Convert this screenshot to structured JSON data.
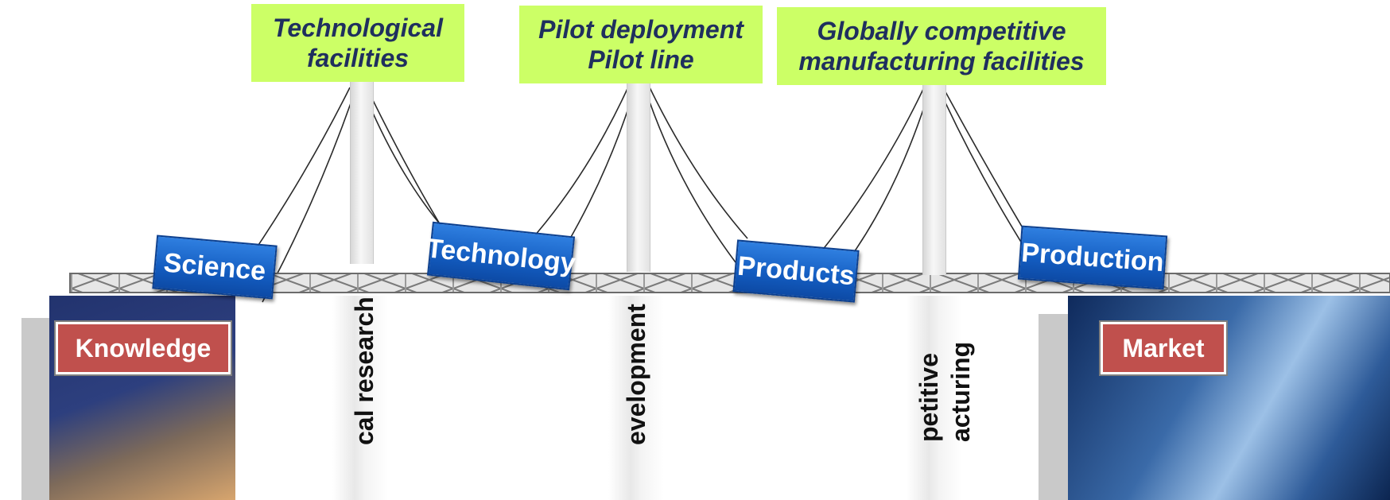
{
  "top_labels": [
    {
      "lines": [
        "Technological",
        "facilities"
      ]
    },
    {
      "lines": [
        "Pilot deployment",
        "Pilot line"
      ]
    },
    {
      "lines": [
        "Globally competitive",
        "manufacturing facilities"
      ]
    }
  ],
  "bridge_signs": [
    "Science",
    "Technology",
    "Products",
    "Production"
  ],
  "pillar_texts": [
    "cal research",
    "evelopment",
    "petitive",
    "acturing"
  ],
  "endpoints": {
    "left": "Knowledge",
    "right": "Market"
  },
  "colors": {
    "label_bg": "#ccff66",
    "label_text": "#1f2f5e",
    "sign": "#1560c8",
    "endcap": "#c0504d"
  }
}
